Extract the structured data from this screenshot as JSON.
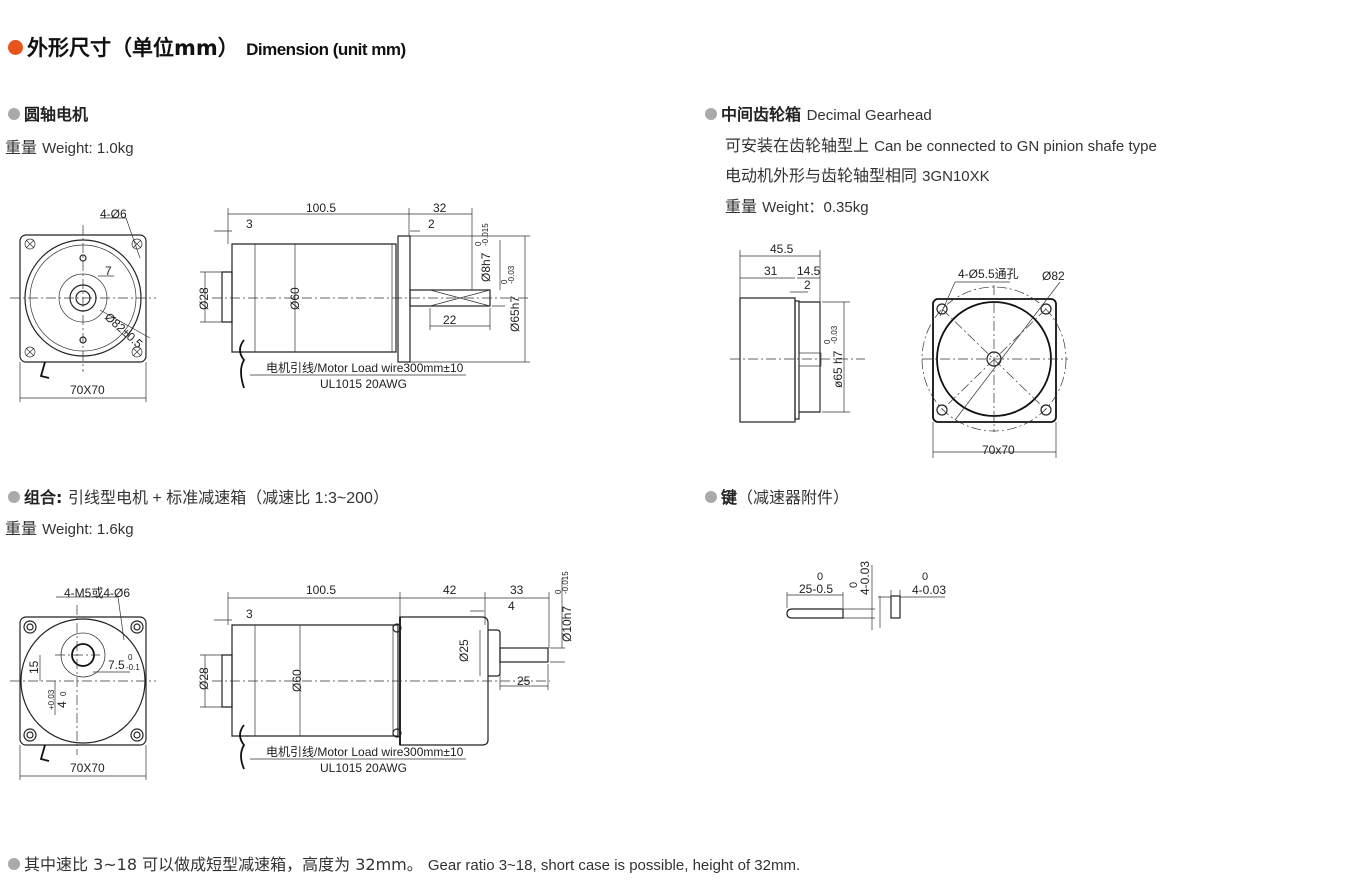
{
  "header": {
    "title_cn": "外形尺寸（单位mm）",
    "title_en": "Dimension (unit mm)",
    "accent_color": "#e8541e"
  },
  "round_shaft_motor": {
    "title": "圆轴电机",
    "weight_cn": "重量",
    "weight_en": "Weight: 1.0kg",
    "labels": {
      "holes": "4-Ø6",
      "seven": "7",
      "pcd": "Ø82±0.5",
      "square": "70X70",
      "len": "100.5",
      "rear": "3",
      "shaft_len": "32",
      "flange": "2",
      "d28": "Ø28",
      "d60": "Ø60",
      "d8": "Ø8h7",
      "d8_tol_top": "0",
      "d8_tol_bot": "-0.015",
      "d65": "Ø65h7",
      "d65_tol_top": "0",
      "d65_tol_bot": "-0.03",
      "key_len": "22",
      "wire": "电机引线/Motor Load wire300mm±10",
      "wire_spec": "UL1015 20AWG"
    }
  },
  "gearhead": {
    "title": "中间齿轮箱",
    "title_en": "Decimal Gearhead",
    "line1_cn": "可安装在齿轮轴型上",
    "line1_en": "Can be connected to GN pinion shafe type",
    "line2_cn": "电动机外形与齿轮轴型相同",
    "line2_en": "3GN10XK",
    "weight_cn": "重量",
    "weight_en": "Weight：0.35kg",
    "labels": {
      "total": "45.5",
      "body": "31",
      "front": "14.5",
      "two": "2",
      "d65": "ø65 h7",
      "d65_tol_top": "0",
      "d65_tol_bot": "-0.03",
      "holes": "4-Ø5.5通孔",
      "pcd": "Ø82",
      "square": "70x70"
    }
  },
  "combination": {
    "title": "组合:",
    "desc": "引线型电机 + 标准减速箱（减速比 1:3~200）",
    "weight_cn": "重量",
    "weight_en": "Weight: 1.6kg",
    "labels": {
      "holes": "4-M5或4-Ø6",
      "fifteen": "15",
      "key_w": "7.5",
      "key_w_tol_top": "0",
      "key_w_tol_bot": "-0.1",
      "four": "4",
      "four_tol_top": "+0.03",
      "four_tol_bot": "0",
      "square": "70X70",
      "len": "100.5",
      "gear_len": "42",
      "shaft_len": "33",
      "rear": "3",
      "step": "4",
      "d28": "Ø28",
      "d60": "Ø60",
      "d25": "Ø25",
      "d10": "Ø10h7",
      "d10_tol_top": "0",
      "d10_tol_bot": "-0.015",
      "key_len": "25",
      "wire": "电机引线/Motor Load wire300mm±10",
      "wire_spec": "UL1015 20AWG"
    }
  },
  "key_accessory": {
    "title": "键",
    "title_paren": "（减速器附件）",
    "labels": {
      "len": "25-0.5",
      "len_tol": "0",
      "height": "4-0.03",
      "height_tol": "0",
      "width": "4-0.03",
      "width_tol": "0"
    }
  },
  "footer": {
    "note_cn": "其中速比 3~18 可以做成短型减速箱，高度为 32mm。",
    "note_en": "Gear ratio 3~18, short case is possible, height of 32mm."
  }
}
